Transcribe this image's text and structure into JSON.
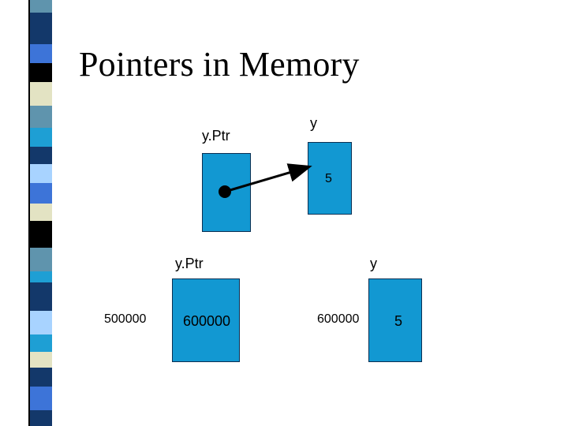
{
  "slide": {
    "title": "Pointers in Memory"
  },
  "top_diagram": {
    "pointer_label": "y.Ptr",
    "target_label": "y",
    "target_value": "5"
  },
  "bottom_diagram": {
    "pointer_label": "y.Ptr",
    "target_label": "y",
    "pointer_address": "500000",
    "pointer_value": "600000",
    "target_address": "600000",
    "target_value": "5"
  },
  "colors": {
    "box_fill": "#1298d2",
    "box_border": "#0b2f52",
    "strip": [
      "#5f94ad",
      "#13386a",
      "#3d74d8",
      "#000000",
      "#e3e3c3",
      "#5f94ad",
      "#13386a",
      "#3d74d8",
      "#a8d3ff",
      "#e3e3c3",
      "#000000",
      "#5f94ad",
      "#13386a",
      "#3d74d8",
      "#a8d3ff",
      "#e3e3c3"
    ]
  }
}
